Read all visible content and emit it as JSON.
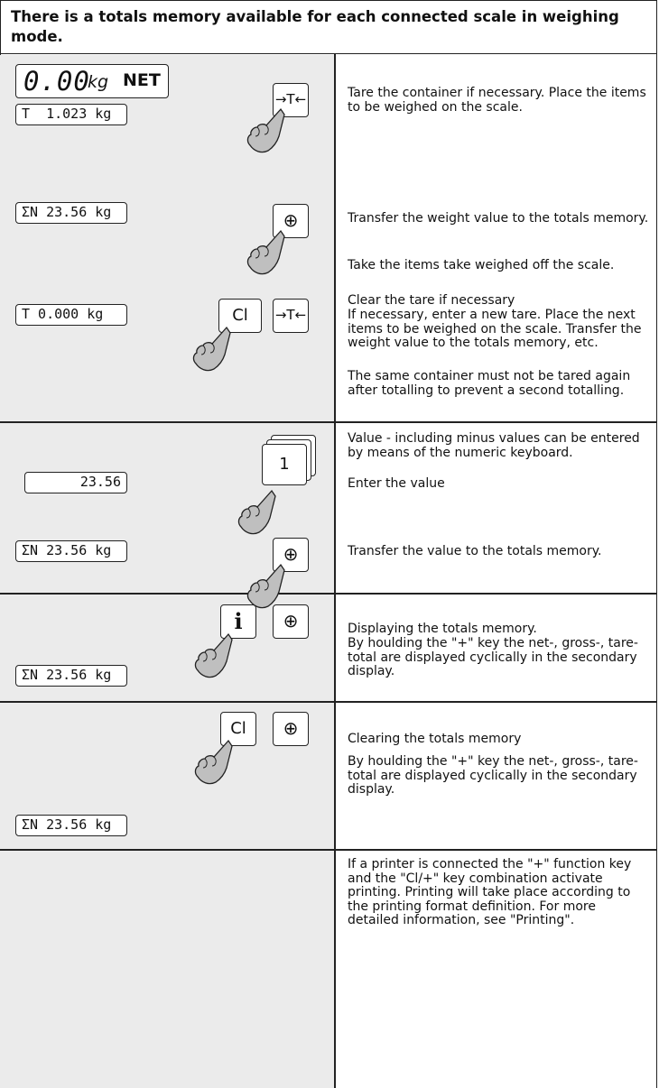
{
  "header": {
    "title": "There is a totals memory available for each connected scale in weighing mode."
  },
  "section1": {
    "display_main_value": "0.00",
    "display_main_unit": "kg",
    "display_main_mode": "NET",
    "display_tare": "T  1.023 kg",
    "display_total": "ΣN 23.56 kg",
    "display_tare_zero": "T 0.000 kg",
    "key_tare": "→T←",
    "key_plus": "⊕",
    "key_clear": "Cl",
    "text_tare": "Tare the container if necessary. Place the items to be weighed on the scale.",
    "text_transfer": "Transfer the weight value to the totals memory.",
    "text_take_off": "Take the items take weighed off the scale.",
    "text_clear_line1": "Clear the tare if necessary",
    "text_clear_rest": "If necessary, enter a new tare. Place the next items to be weighed on the scale. Transfer the weight value to the totals memory, etc.",
    "text_warning": "The same container must not be tared again after totalling to prevent a second totalling."
  },
  "section2": {
    "display_entry": "23.56",
    "display_total": "ΣN 23.56 kg",
    "key_numeric": "1",
    "key_plus": "⊕",
    "text_value_info": "Value - including minus values can be entered by means of the numeric keyboard.",
    "text_enter": "Enter the value",
    "text_transfer": "Transfer the value to the totals memory."
  },
  "section3": {
    "display_total": "ΣN 23.56 kg",
    "key_info": "i",
    "key_plus": "⊕",
    "text_line1": "Displaying the totals memory.",
    "text_rest": "By houlding the \"+\" key the net-, gross-, tare-total are displayed cyclically in the secondary display."
  },
  "section4": {
    "display_total": "ΣN 23.56 kg",
    "key_clear": "Cl",
    "key_plus": "⊕",
    "text_line1": "Clearing the totals memory",
    "text_rest": "By houlding the \"+\" key the net-, gross-, tare-total are displayed cyclically in the secondary display."
  },
  "section5": {
    "text_printing": "If a printer is connected the \"+\" function key and the \"Cl/+\" key combination activate printing. Printing will take place according to the printing format definition. For more detailed information, see \"Printing\"."
  }
}
